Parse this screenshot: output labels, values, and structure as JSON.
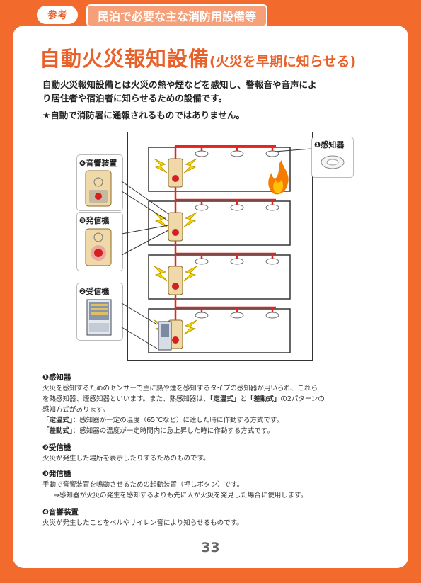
{
  "header": {
    "tag": "参考",
    "title": "民泊で必要な主な消防用設備等"
  },
  "title": {
    "main": "自動火災報知設備",
    "sub": "(火災を早期に知らせる)"
  },
  "intro": {
    "line1": "自動火災報知設備とは火災の熱や煙などを感知し、警報音や音声によ",
    "line2": "り居住者や宿泊者に知らせるための設備です。",
    "notice": "★自動で消防署に通報されるものではありません。"
  },
  "diagram_labels": {
    "detector": "❶感知器",
    "sounder": "❹音響装置",
    "transmitter": "❸発信機",
    "receiver": "❷受信機"
  },
  "sections": {
    "detector": {
      "heading": "❶感知器",
      "l1": "火災を感知するためのセンサーで主に熱や煙を感知するタイプの感知器が用いられ、これら",
      "l2": "を熱感知器、煙感知器といいます。また、熱感知器は、",
      "k1": "「定温式」",
      "mid": "と",
      "k2": "「差動式」",
      "l2end": "の2パターンの",
      "l3": "感知方式があります。",
      "fixed_label": "「定温式」",
      "fixed_text": "：感知器が一定の温度（65℃など）に達した時に作動する方式です。",
      "rate_label": "「差動式」",
      "rate_text": "：感知器の温度が一定時間内に急上昇した時に作動する方式です。"
    },
    "receiver": {
      "heading": "❷受信機",
      "text": "火災が発生した場所を表示したりするためのものです。"
    },
    "transmitter": {
      "heading": "❸発信機",
      "text": "手動で音響装置を鳴動させるための起動装置（押しボタン）です。",
      "note": "⇒感知器が火災の発生を感知するよりも先に人が火災を発見した場合に使用します。"
    },
    "sounder": {
      "heading": "❹音響装置",
      "text": "火災が発生したことをベルやサイレン音により知らせるものです。"
    }
  },
  "page_number": "33",
  "colors": {
    "accent": "#e8612a",
    "background": "#f36b2c",
    "wire": "#e8231e"
  }
}
